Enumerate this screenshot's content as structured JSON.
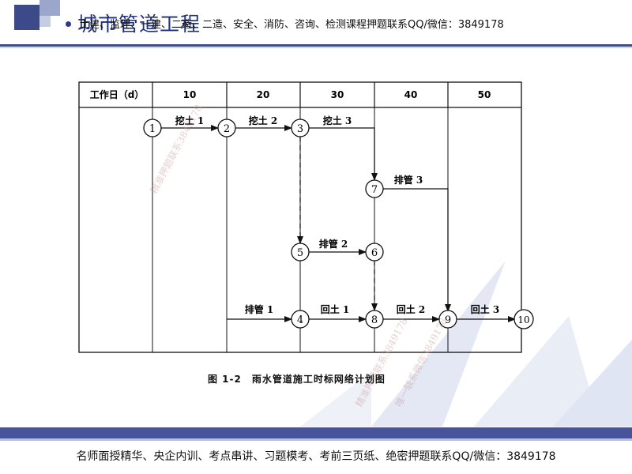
{
  "slide": {
    "title": "城市管道工程",
    "banner": "土建、监理、一建、二造、二造、安全、消防、咨询、检测课程押题联系QQ/微信：3849178",
    "footer": "名师面授精华、央企内训、考点串讲、习题模考、考前三页纸、绝密押题联系QQ/微信：3849178"
  },
  "diagram": {
    "caption": "图 1-2　雨水管道施工时标网络计划图",
    "table_header": "工作日（d）",
    "time_scale": [
      "10",
      "20",
      "30",
      "40",
      "50"
    ],
    "nodes": [
      "1",
      "2",
      "3",
      "4",
      "5",
      "6",
      "7",
      "8",
      "9",
      "10"
    ],
    "activities": [
      {
        "from": "1",
        "to": "2",
        "label": "挖土 1"
      },
      {
        "from": "2",
        "to": "3",
        "label": "挖土 2"
      },
      {
        "from": "3",
        "to": "7",
        "label": "挖土 3"
      },
      {
        "from": "7",
        "to": "9",
        "label": "排管 3"
      },
      {
        "from": "5",
        "to": "6",
        "label": "排管 2"
      },
      {
        "from": "2",
        "to": "4",
        "label": "排管 1"
      },
      {
        "from": "4",
        "to": "8",
        "label": "回土 1"
      },
      {
        "from": "8",
        "to": "9",
        "label": "回土 2"
      },
      {
        "from": "9",
        "to": "10",
        "label": "回土 3"
      }
    ],
    "dummy_activities": [
      {
        "from": "3",
        "to": "5"
      },
      {
        "from": "6",
        "to": "8"
      }
    ]
  },
  "watermarks": [
    "精准押题联系3849178",
    "精准押题联系3849178",
    "唯一联系微信3849178"
  ],
  "colors": {
    "brand": "#3d4a8a",
    "title": "#1f2f78",
    "band": "#47539a"
  }
}
